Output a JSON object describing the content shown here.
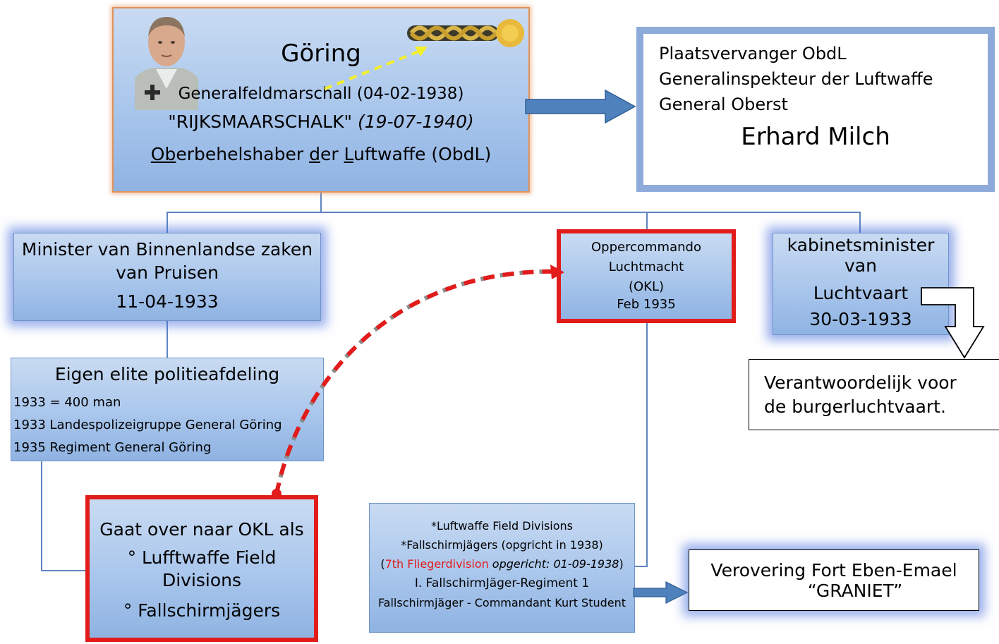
{
  "goring": {
    "name": "Göring",
    "rank_line": "Generalfeldmarschall (04-02-1938)",
    "title_main": "\"RIJKSMAARSCHALK\"",
    "title_date": "(19-07-1940)",
    "obdl_u1": "Ob",
    "obdl_t1": "erbehelshaber ",
    "obdl_u2": "d",
    "obdl_t2": "er ",
    "obdl_u3": "L",
    "obdl_t3": "uftwaffe (ObdL)"
  },
  "milch": {
    "line1": "Plaatsvervanger ObdL",
    "line2": "Generalinspekteur der Luftwaffe",
    "line3": "General Oberst",
    "name": "Erhard Milch"
  },
  "minister": {
    "line1": "Minister van Binnenlandse zaken",
    "line2": "van Pruisen",
    "date": "11-04-1933"
  },
  "okl": {
    "line1": "Oppercommando",
    "line2": "Luchtmacht",
    "line3": "(OKL)",
    "line4": "Feb 1935"
  },
  "cabinet": {
    "line1": "kabinetsminister",
    "line2": "van",
    "line3": "Luchtvaart",
    "date": "30-03-1933"
  },
  "responsible": {
    "line1": "Verantwoordelijk voor",
    "line2": "de burgerluchtvaart."
  },
  "police": {
    "title": "Eigen elite politieafdeling",
    "items": [
      "1933 = 400 man",
      "1933 Landespolizeigruppe General Göring",
      "1935 Regiment General Göring"
    ]
  },
  "transfer": {
    "line1": "Gaat over naar OKL als",
    "item1": "° Lufftwaffe Field Divisions",
    "item2": "° Fallschirmjägers"
  },
  "divisions": {
    "line1": "*Luftwaffe Field Divisions",
    "line2": "*Fallschirmjägers (opgricht in 1938)",
    "line3_open": "(",
    "line3_red": "7th Fliegerdivision",
    "line3_italic": " opgericht: 01-09-1938",
    "line3_close": ")",
    "line4": "I. FallschirmJäger-Regiment 1",
    "line5": "Fallschirmjäger - Commandant Kurt Student"
  },
  "eben": {
    "line1": "Verovering Fort Eben-Emael",
    "line2": "“GRANIET”"
  },
  "colors": {
    "red": "#e21b1b",
    "arrow_blue": "#4f81bd",
    "box_blue": "#a9c6ec"
  }
}
